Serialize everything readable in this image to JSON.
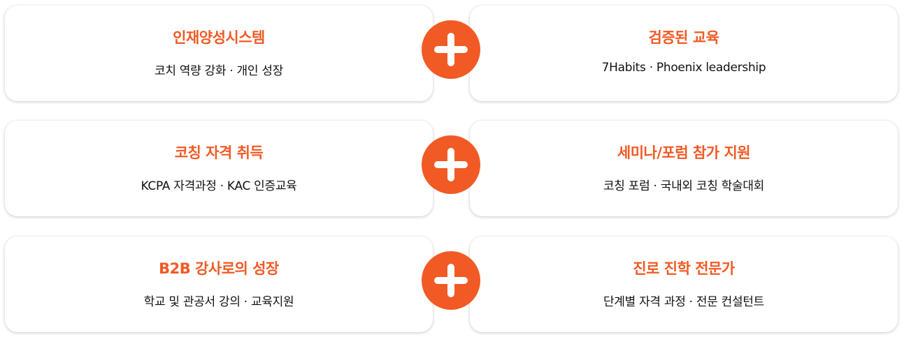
{
  "accent_color": "#f15a24",
  "rows": [
    {
      "left": {
        "title": "인재양성시스템",
        "subtitle": "코치 역량 강화 · 개인 성장"
      },
      "right": {
        "title": "검증된 교육",
        "subtitle": "7Habits · Phoenix leadership"
      },
      "connector_icon": "plus-icon"
    },
    {
      "left": {
        "title": "코칭 자격 취득",
        "subtitle": "KCPA 자격과정 · KAC 인증교육"
      },
      "right": {
        "title": "세미나/포럼 참가 지원",
        "subtitle": "코칭 포럼 · 국내외 코칭 학술대회"
      },
      "connector_icon": "plus-icon"
    },
    {
      "left": {
        "title": "B2B 강사로의 성장",
        "subtitle": "학교 및 관공서 강의 · 교육지원"
      },
      "right": {
        "title": "진로 진학 전문가",
        "subtitle": "단계별 자격 과정 · 전문 컨설턴트"
      },
      "connector_icon": "plus-icon"
    }
  ]
}
